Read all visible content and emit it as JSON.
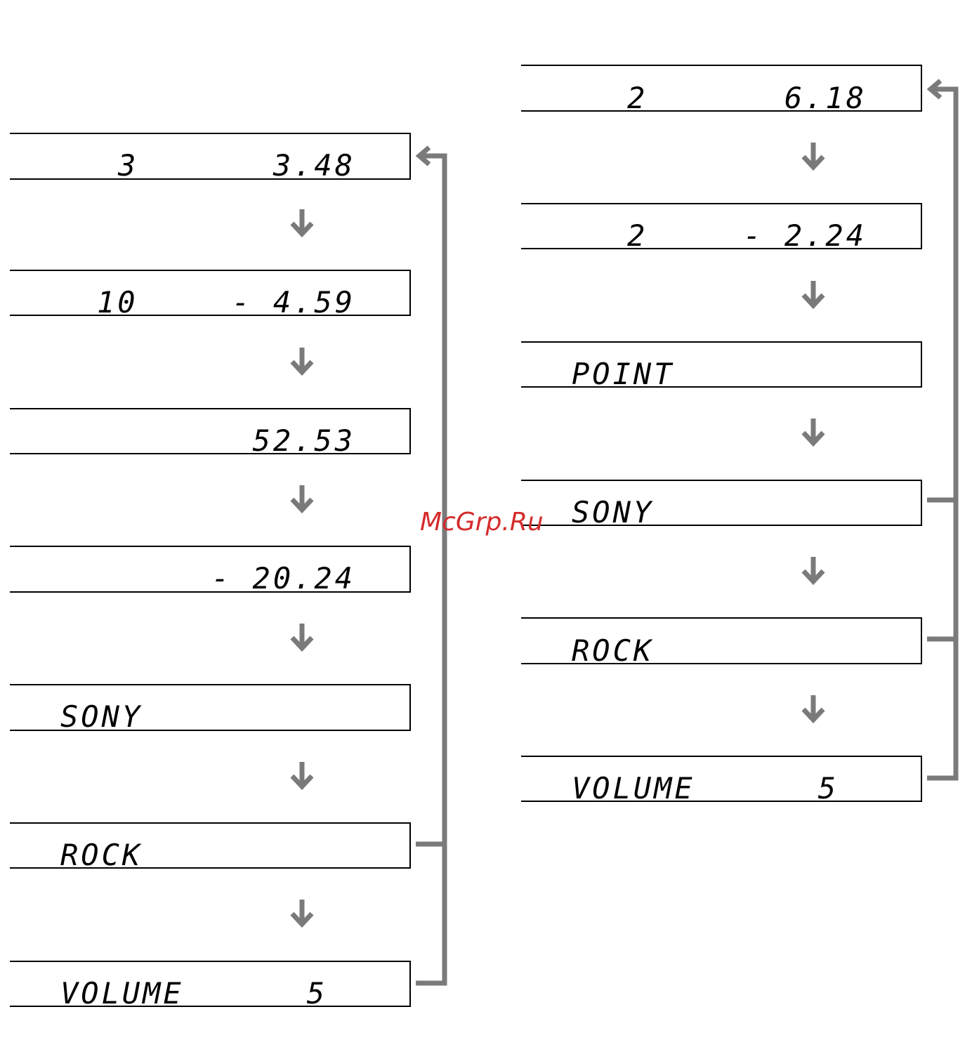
{
  "colors": {
    "connector": "#7a7a7a",
    "watermark": "#d62b2b",
    "frame": "#000000"
  },
  "watermark": "McGrp.Ru",
  "left_column": [
    {
      "left": "3",
      "right": "3.48"
    },
    {
      "left": "10",
      "right": "- 4.59"
    },
    {
      "left": "",
      "right": "52.53"
    },
    {
      "left": "",
      "right": "- 20.24"
    },
    {
      "left": "SONY",
      "right": ""
    },
    {
      "left": "ROCK",
      "right": ""
    },
    {
      "left": "VOLUME",
      "right": "5"
    }
  ],
  "right_column": [
    {
      "left": "2",
      "right": "6.18"
    },
    {
      "left": "2",
      "right": "- 2.24"
    },
    {
      "left": "POINT",
      "right": ""
    },
    {
      "left": "SONY",
      "right": ""
    },
    {
      "left": "ROCK",
      "right": ""
    },
    {
      "left": "VOLUME",
      "right": "5"
    }
  ]
}
